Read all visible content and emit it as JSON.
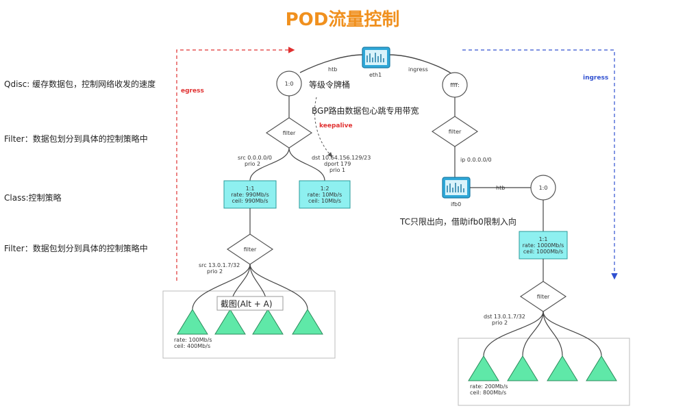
{
  "title": "POD流量控制",
  "legend": {
    "qdisc": "Qdisc: 缓存数据包，控制网络收发的速度",
    "filter1": "Filter：数据包划分到具体的控制策略中",
    "class": "Class:控制策略",
    "filter2": "Filter：数据包划分到具体的控制策略中"
  },
  "arrows": {
    "egress": "egress",
    "ingress": "ingress",
    "keepalive": "keepalive"
  },
  "colors": {
    "egress": "#e03030",
    "ingress": "#3050d0",
    "class_fill": "#8ef0f0",
    "leaf_fill": "#5fe8a8",
    "title": "#f0901e"
  },
  "eth": {
    "label": "eth1",
    "htb_link": "htb",
    "ingress_link": "ingress",
    "bucket_note": "等级令牌桶",
    "bgp_note": "BGP路由数据包心跳专用带宽"
  },
  "left": {
    "root": "1:0",
    "filter": "filter",
    "src_rule": [
      "src 0.0.0.0/0",
      "prio 2"
    ],
    "dst_rule": [
      "dst 10.64.156.129/23",
      "dport 179",
      "prio 1"
    ],
    "class1": [
      "1:1",
      "rate: 990Mb/s",
      "ceil: 990Mb/s"
    ],
    "class2": [
      "1:2",
      "rate: 10Mb/s",
      "ceil: 10Mb/s"
    ],
    "filter2": "filter",
    "leaf_rule": [
      "src 13.0.1.7/32",
      "prio 2"
    ],
    "leaf_rate": [
      "rate: 100Mb/s",
      "ceil: 400Mb/s"
    ],
    "screenshot_tip": "截图(Alt + A)"
  },
  "right": {
    "root": "ffff:",
    "filter": "filter",
    "ip_rule": "ip 0.0.0.0/0",
    "ifb_label": "ifb0",
    "htb_link": "htb",
    "ifb_root": "1:0",
    "tc_note": "TC只限出向，借助ifb0限制入向",
    "class1": [
      "1:1",
      "rate: 1000Mb/s",
      "ceil: 1000Mb/s"
    ],
    "filter2": "filter",
    "leaf_rule": [
      "dst 13.0.1.7/32",
      "prio 2"
    ],
    "leaf_rate": [
      "rate: 200Mb/s",
      "ceil: 800Mb/s"
    ]
  }
}
